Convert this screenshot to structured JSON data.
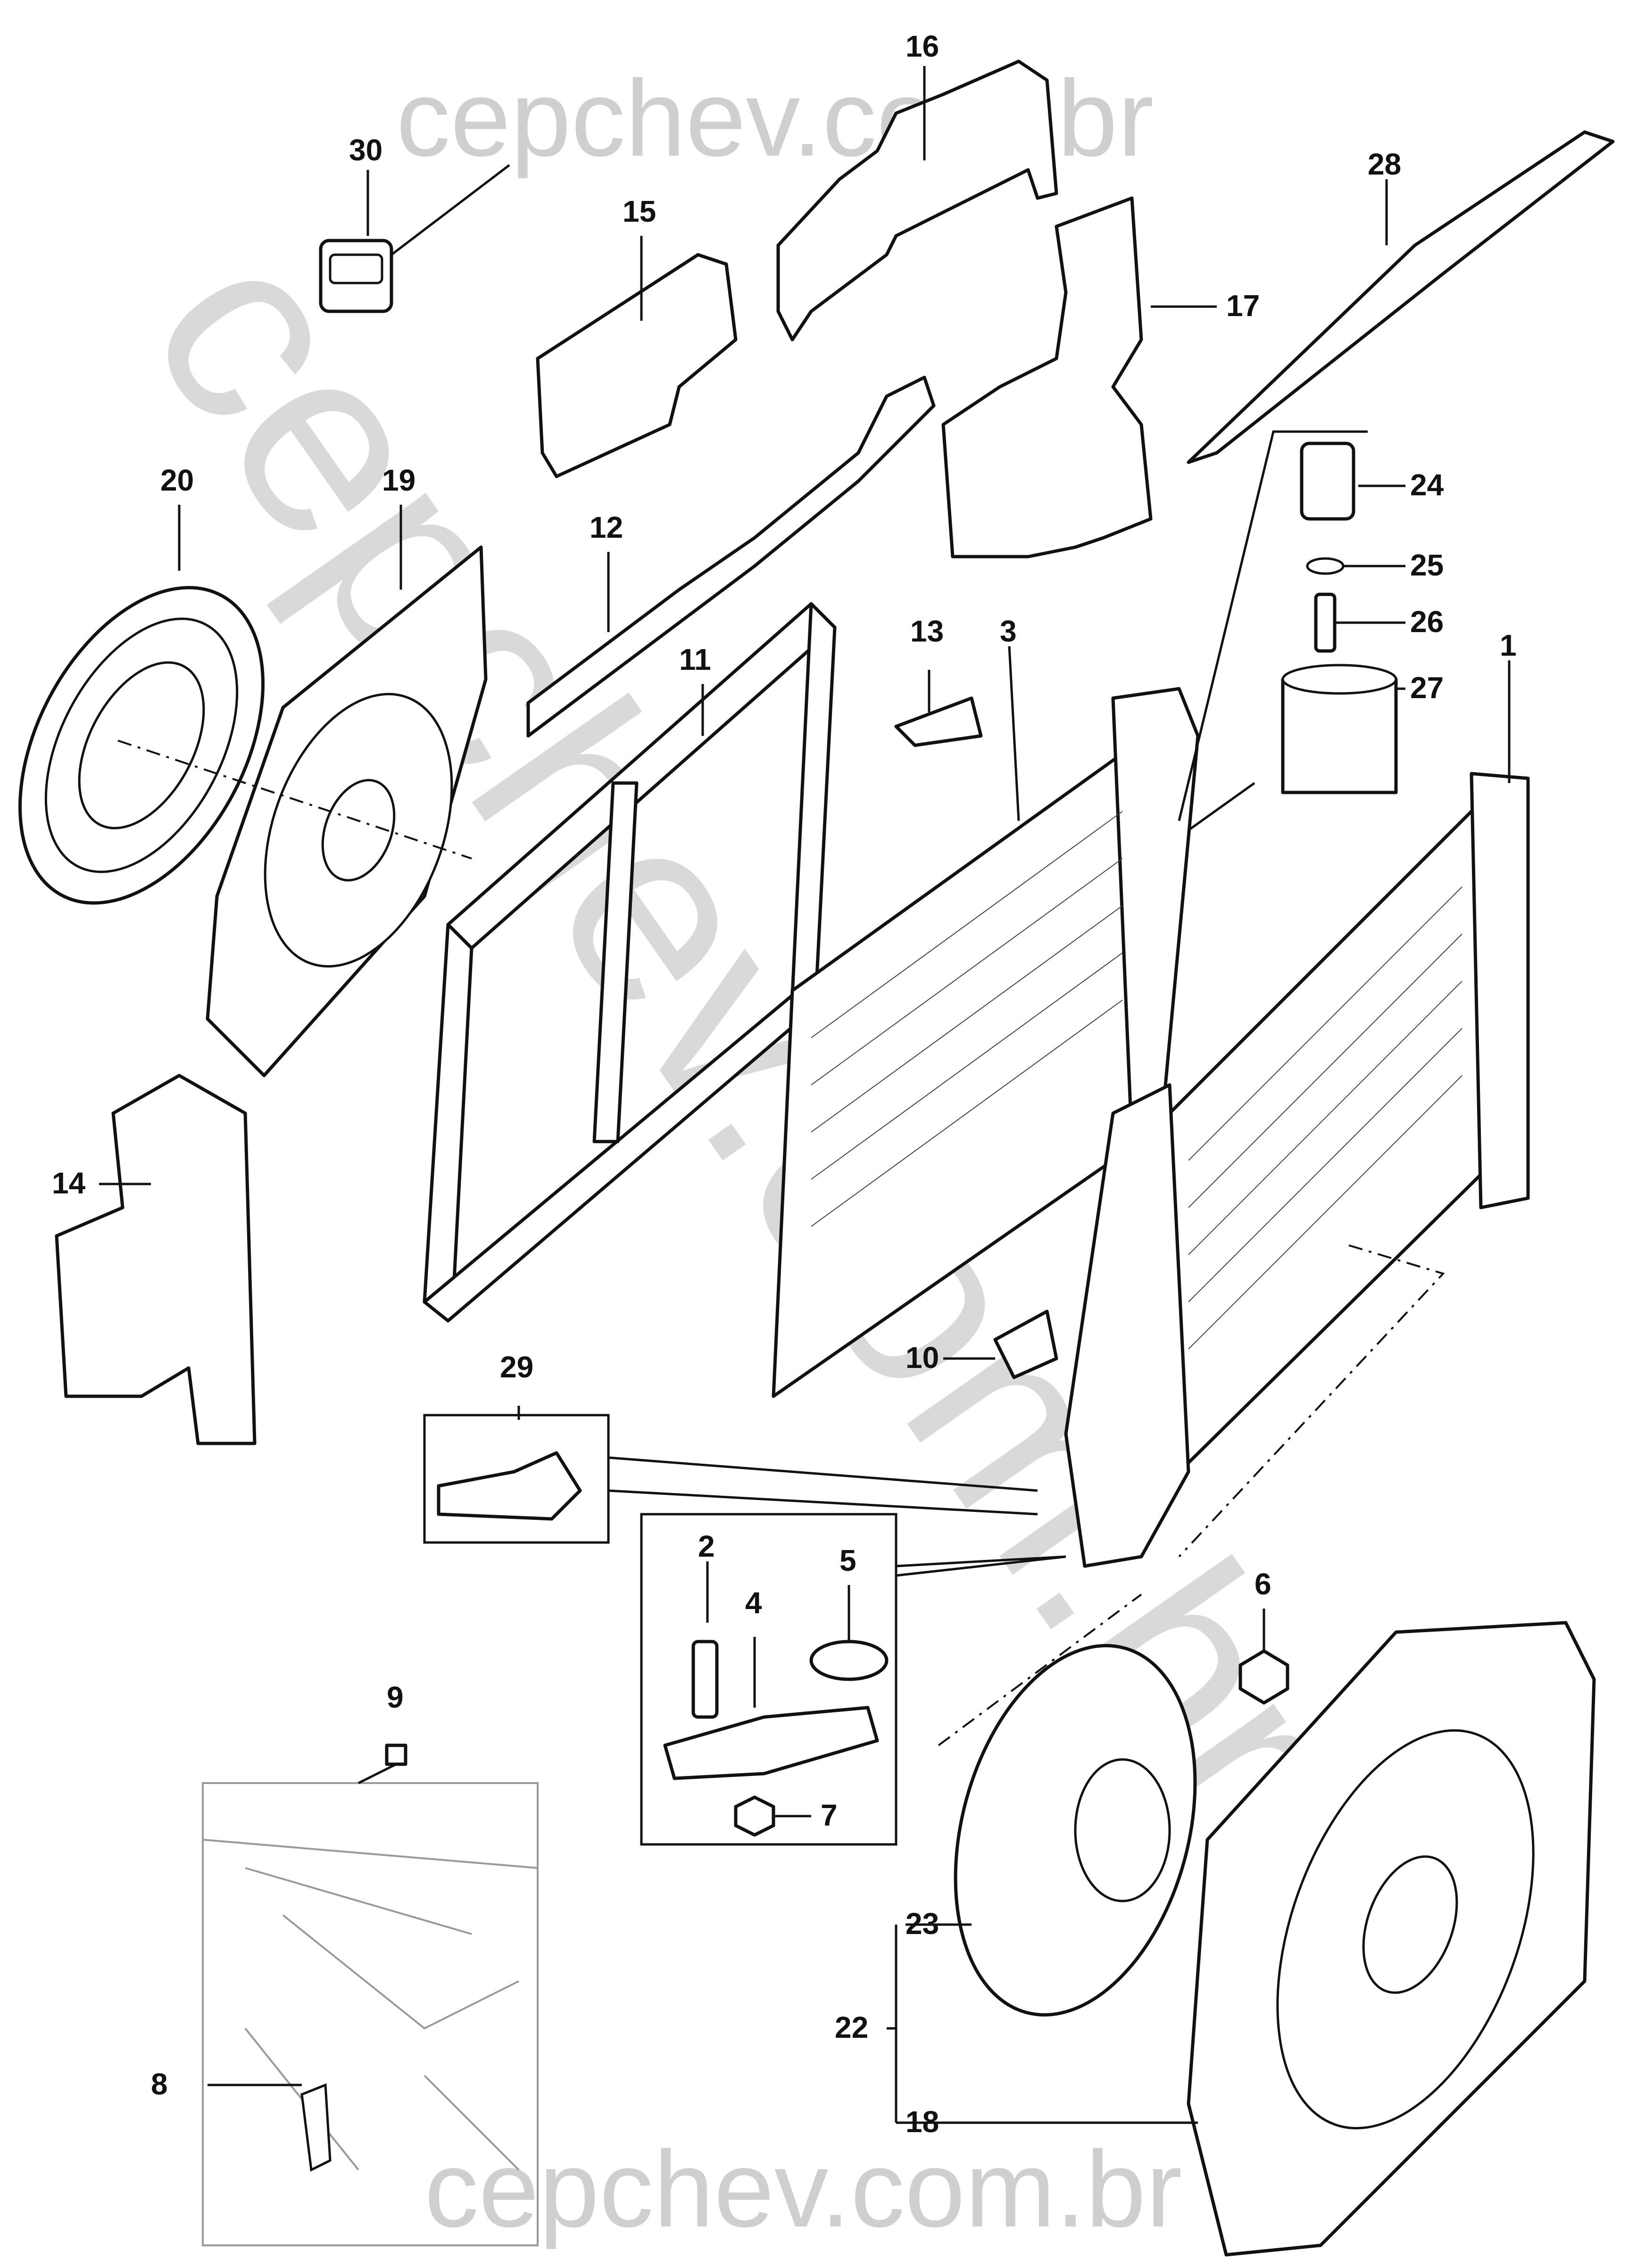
{
  "watermark": {
    "top": "cepchev.com.br",
    "bottom": "cepchev.com.br",
    "diagonal": "cepchev.com.br"
  },
  "callouts": {
    "c1": "1",
    "c2": "2",
    "c3": "3",
    "c4": "4",
    "c5": "5",
    "c6": "6",
    "c7": "7",
    "c8": "8",
    "c9": "9",
    "c10": "10",
    "c11": "11",
    "c12": "12",
    "c13": "13",
    "c14": "14",
    "c15": "15",
    "c16": "16",
    "c17": "17",
    "c18": "18",
    "c19": "19",
    "c20": "20",
    "c22": "22",
    "c23": "23",
    "c24": "24",
    "c25": "25",
    "c26": "26",
    "c27": "27",
    "c28": "28",
    "c29": "29",
    "c30": "30"
  },
  "colors": {
    "line": "#111111",
    "watermark": "#cfcfcf",
    "background": "#ffffff"
  }
}
